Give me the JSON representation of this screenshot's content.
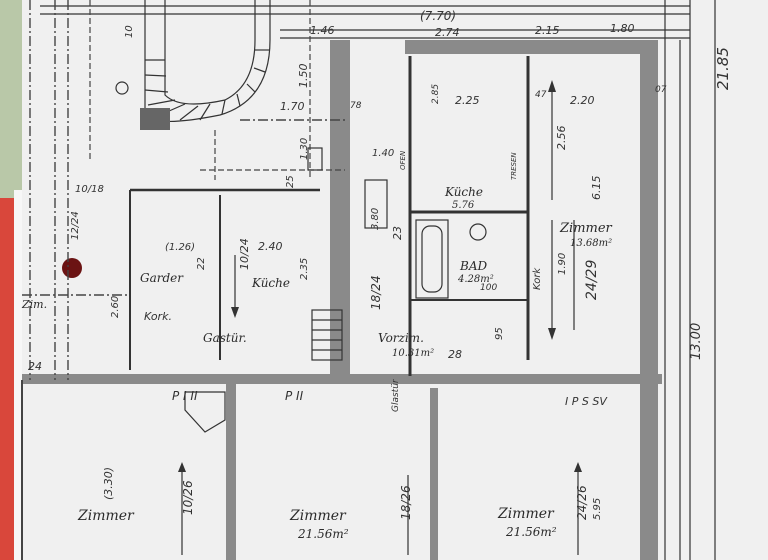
{
  "colors": {
    "paper": "#f2f2f2",
    "ink": "#2a2a2a",
    "wall": "#8a8a8a",
    "red_strip": "#d9473b",
    "green_strip": "#b9c8a8"
  },
  "rooms": {
    "kueche_top": {
      "name": "Küche",
      "area": "5.76"
    },
    "zimmer_right": {
      "name": "Zimmer",
      "area": "13.68m²",
      "dims": "24/29",
      "dim_side": "6.15"
    },
    "bad": {
      "name": "BAD",
      "area": "4.28m²"
    },
    "garder": {
      "name": "Garder"
    },
    "kueche_left": {
      "name": "Küche"
    },
    "vorzim": {
      "name": "Vorzim.",
      "area": "10.31m²"
    },
    "zimmer_bottom_left": {
      "name": "Zimmer"
    },
    "zimmer_bottom_mid": {
      "name": "Zimmer",
      "area": "21.56m²",
      "dims": "18/26"
    },
    "zimmer_bottom_right": {
      "name": "Zimmer",
      "area": "21.56m²",
      "dims": "24/26",
      "dim_side": "5.95"
    }
  },
  "dims": {
    "top_770": "(7.70)",
    "top_146": "1.46",
    "top_274": "2.74",
    "top_215": "2.15",
    "top_180": "1.80",
    "right_2185": "21.85",
    "right_1300": "13.00",
    "d_225": "2.25",
    "d_220": "2.20",
    "d_256": "2.56",
    "d_150": "1.50",
    "d_170": "1.70",
    "d_130": "1.30",
    "d_140": "1.40",
    "d_240": "2.40",
    "d_126": "(1.26)",
    "d_260": "2.60",
    "d_235": "2.35",
    "d_190": "1.90",
    "d_1024": "10/24",
    "d_1824": "18/24",
    "d_1018": "10/18",
    "d_1224": "12/24",
    "d_1026": "10/26",
    "d_330": "(3.30)",
    "d_380": "3.80",
    "d_23": "23",
    "d_28": "28",
    "d_24": "24",
    "d_22": "22",
    "d_25": "25",
    "d_95": "95",
    "d_10": "10",
    "d_78": "78",
    "d_47": "47",
    "d_07": "07",
    "d_100": "100",
    "d_285": "2.85",
    "d_pi": "P I II",
    "d_pii": "P II",
    "d_ips": "I P S  SV",
    "d_kork": "Kork",
    "d_kork2": "Kork.",
    "d_gastuer": "Gastür.",
    "d_glastuer": "Glastür",
    "d_tresen": "TRESEN",
    "d_ofen": "OFEN",
    "d_zim": "Zim."
  }
}
